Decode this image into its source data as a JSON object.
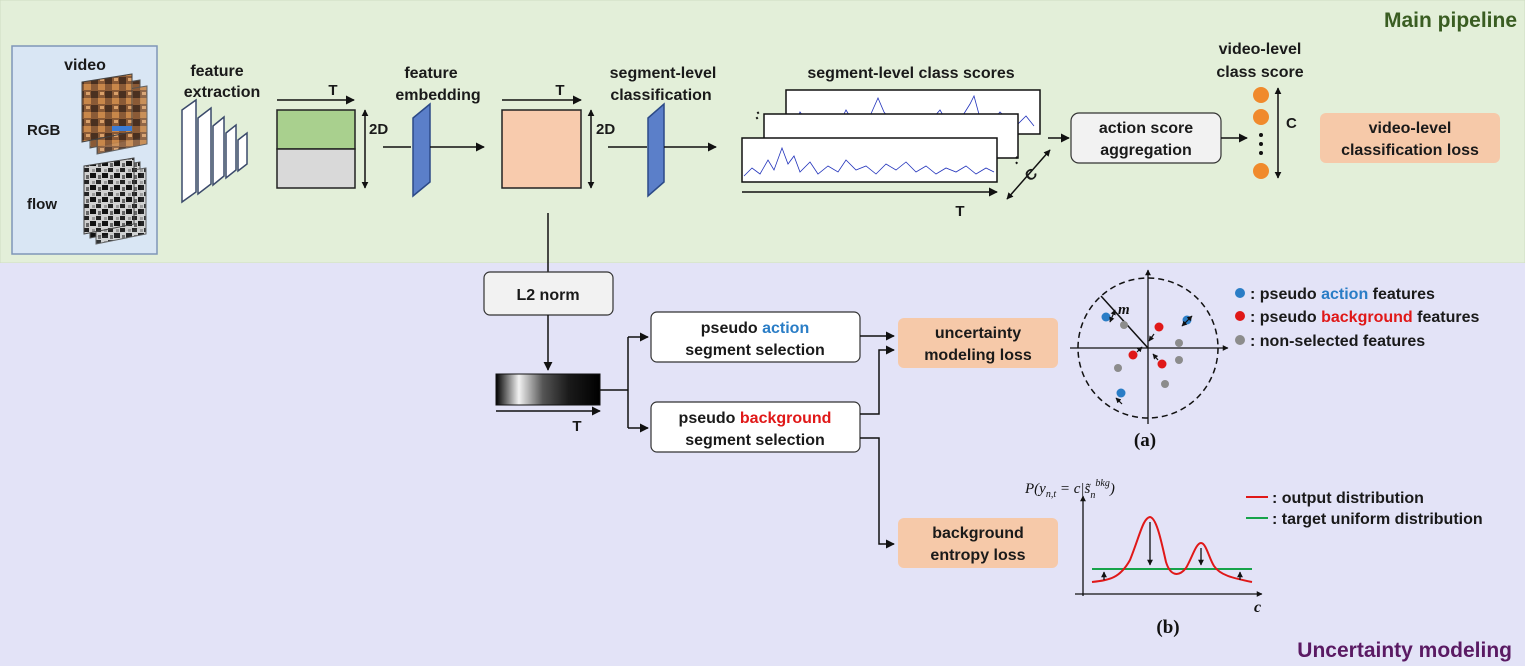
{
  "sections": {
    "main_title": "Main pipeline",
    "uncertainty_title": "Uncertainty modeling"
  },
  "input": {
    "title": "video",
    "rgb": "RGB",
    "flow": "flow"
  },
  "blocks": {
    "feature_extraction": [
      "feature",
      "extraction"
    ],
    "feature_embedding": [
      "feature",
      "embedding"
    ],
    "segment_classification": [
      "segment-level",
      "classification"
    ],
    "segment_scores": "segment-level class scores",
    "video_score": [
      "video-level",
      "class score"
    ],
    "action_aggregation": [
      "action score",
      "aggregation"
    ],
    "video_loss": [
      "video-level",
      "classification loss"
    ],
    "l2_norm": "L2 norm",
    "pseudo_action": {
      "line1_a": "pseudo ",
      "line1_b": "action",
      "line2": "segment selection"
    },
    "pseudo_background": {
      "line1_a": "pseudo ",
      "line1_b": "background",
      "line2": "segment selection"
    },
    "uncertainty_loss": [
      "uncertainty",
      "modeling loss"
    ],
    "entropy_loss": [
      "background",
      "entropy loss"
    ]
  },
  "axis_labels": {
    "T": "T",
    "twoD": "2D",
    "C": "C",
    "m": "m",
    "c": "c"
  },
  "legend_a": {
    "action_a": ": pseudo ",
    "action_b": "action",
    "action_c": " features",
    "background_a": ": pseudo ",
    "background_b": "background",
    "background_c": " features",
    "nonselected": ": non-selected features"
  },
  "legend_b": {
    "output": ": output distribution",
    "target": ": target uniform distribution"
  },
  "captions": {
    "a": "(a)",
    "b": "(b)"
  },
  "formula": "P(y_{n,t} = c | s̃_n^{bkg})",
  "colors": {
    "main_bg": "#e3efd9",
    "uncertainty_bg": "#e3e3f7",
    "main_title": "#3a5d22",
    "uncertainty_title": "#5a1a63",
    "action": "#2a7dc6",
    "background": "#e01818",
    "non_selected": "#8c8c8c",
    "loss_box": "#f6c9a9",
    "green_feature": "#a9d08e",
    "peach_feature": "#f8cbad",
    "embedding_blue": "#5b7fc9",
    "output_curve": "#e01818",
    "target_line": "#17a34a"
  }
}
